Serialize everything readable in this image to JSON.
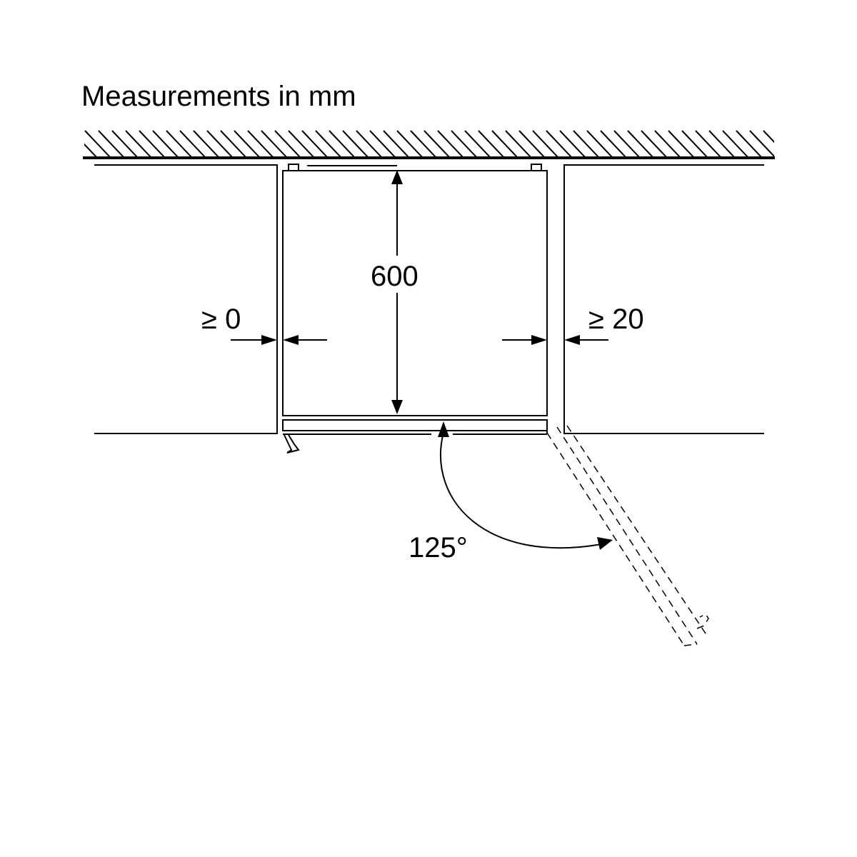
{
  "title": "Measurements in mm",
  "dimensions": {
    "depth": "600",
    "left_gap": "≥ 0",
    "right_gap": "≥ 20",
    "door_angle": "125°"
  },
  "colors": {
    "line": "#000000",
    "background": "#ffffff"
  }
}
